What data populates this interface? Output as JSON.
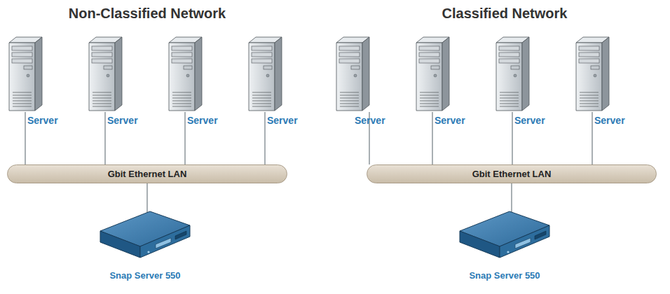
{
  "diagram": {
    "nodes": [
      {
        "text": [
          "Server"
        ]
      },
      {
        "text": [
          "Server"
        ]
      },
      {
        "text": [
          "Server"
        ]
      },
      {
        "text": [
          "Server"
        ]
      },
      {
        "text": [
          "Gbit Ethernet LAN"
        ]
      },
      {
        "text": [
          "Snap Server 550"
        ]
      },
      {
        "text": [
          "Server"
        ]
      },
      {
        "text": [
          "Server"
        ]
      },
      {
        "text": [
          "Server"
        ]
      },
      {
        "text": [
          "Server"
        ]
      },
      {
        "text": [
          "Gbit Ethernet LAN"
        ]
      },
      {
        "text": [
          "Snap Server 550"
        ]
      }
    ],
    "edges": [
      {
        "from": 0,
        "to": 4,
        "arrow": "none"
      },
      {
        "from": 1,
        "to": 4,
        "arrow": "none"
      },
      {
        "from": 2,
        "to": 4,
        "arrow": "none"
      },
      {
        "from": 3,
        "to": 4,
        "arrow": "none"
      },
      {
        "from": 4,
        "to": 5,
        "arrow": "none"
      },
      {
        "from": 6,
        "to": 10,
        "arrow": "none"
      },
      {
        "from": 7,
        "to": 10,
        "arrow": "none"
      },
      {
        "from": 8,
        "to": 10,
        "arrow": "none"
      },
      {
        "from": 9,
        "to": 10,
        "arrow": "none"
      },
      {
        "from": 10,
        "to": 11,
        "arrow": "none"
      }
    ],
    "labels": [
      "Non-Classified Network",
      "Classified Network"
    ]
  }
}
